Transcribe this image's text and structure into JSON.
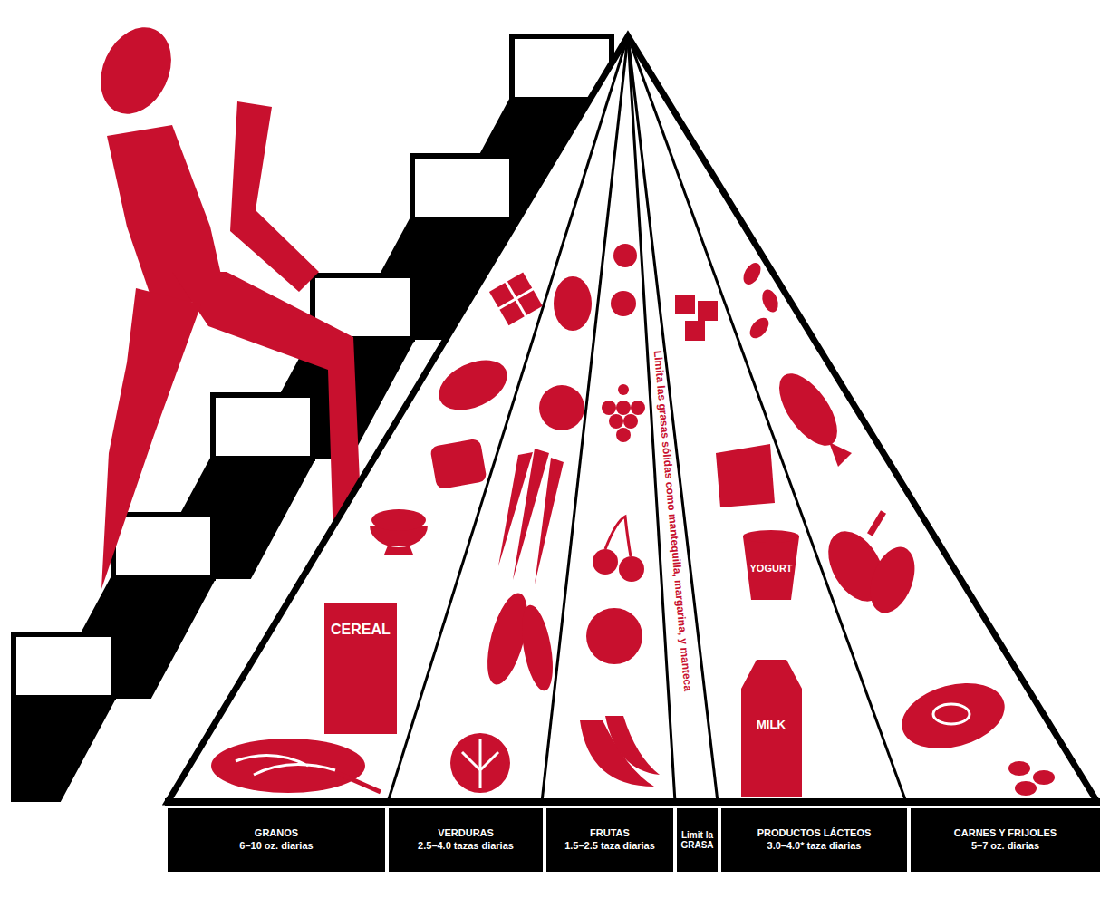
{
  "diagram": {
    "nodes": [
      {
        "text": [
          "GRANOS",
          "6–10 oz. diarias"
        ]
      },
      {
        "text": [
          "VERDURAS",
          "2.5–4.0 tazas diarias"
        ]
      },
      {
        "text": [
          "FRUTAS",
          "1.5–2.5 taza diarias"
        ]
      },
      {
        "text": [
          "Limit la GRASA"
        ]
      },
      {
        "text": [
          "PRODUCTOS LÁCTEOS",
          "3.0–4.0* taza diarias"
        ]
      },
      {
        "text": [
          "CARNES Y FRIJOLES",
          "5–7 oz. diarias"
        ]
      }
    ],
    "labels": [
      "Limita las grasas sólidas como mantequilla, margarina, y manteca",
      "CEREAL",
      "YOGURT",
      "MILK"
    ]
  }
}
